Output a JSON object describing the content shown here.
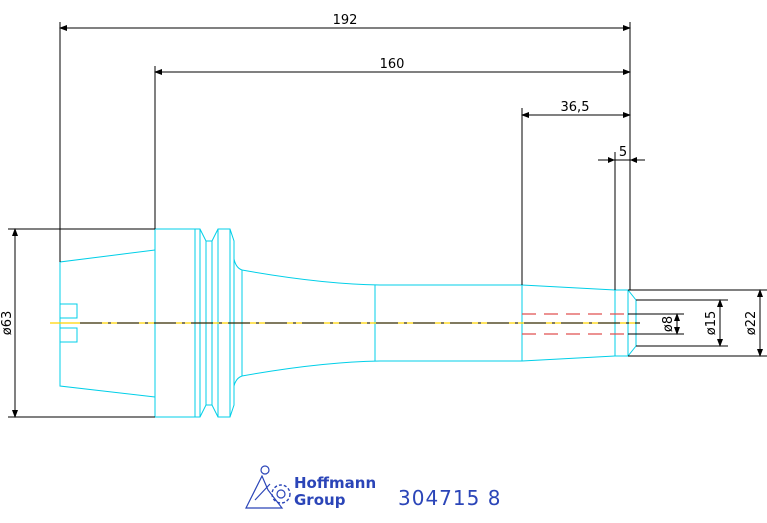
{
  "dimensions": {
    "overall_length": "192",
    "shank_length": "160",
    "nose_length": "36,5",
    "tip_length": "5",
    "flange_diameter": "ø63",
    "bore_diameter": "ø8",
    "tip_diameter": "ø15",
    "nose_diameter": "ø22"
  },
  "title_block": {
    "brand_line1": "Hoffmann",
    "brand_line2": "Group",
    "part_number": "304715  8"
  },
  "colors": {
    "outline": "#00cfe8",
    "centerline": "#ffd400",
    "hidden_bore": "#e05050",
    "dimension": "#000000",
    "brand": "#2b45b8"
  },
  "icons": [
    "hoffmann-group-logo-icon"
  ]
}
